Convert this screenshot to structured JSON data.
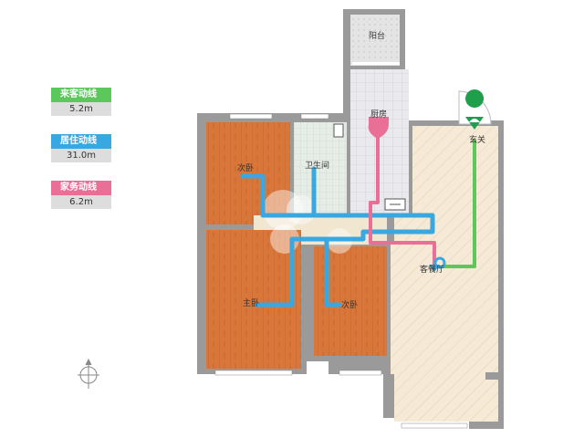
{
  "legend": [
    {
      "label": "来客动线",
      "value": "5.2m",
      "color": "#5cc85c"
    },
    {
      "label": "居住动线",
      "value": "31.0m",
      "color": "#3aa8e0"
    },
    {
      "label": "家务动线",
      "value": "6.2m",
      "color": "#ea6f97"
    }
  ],
  "rooms": {
    "balcony": "阳台",
    "kitchen": "厨房",
    "entrance": "玄关",
    "bath": "卫生间",
    "bedroom_secondary_top": "次卧",
    "living_dining": "客餐厅",
    "master": "主卧",
    "bedroom_secondary_bottom": "次卧"
  },
  "colors": {
    "wall": "#9a9a9a",
    "wood_floor": "#d9763a",
    "wood_grain": "#bd5f26",
    "tile": "#e9e9ee",
    "living_floor": "#f6ead6",
    "living_hatch": "#e2cfae",
    "marker_green": "#1f9e4b",
    "marker_pink": "#ea6f97"
  }
}
